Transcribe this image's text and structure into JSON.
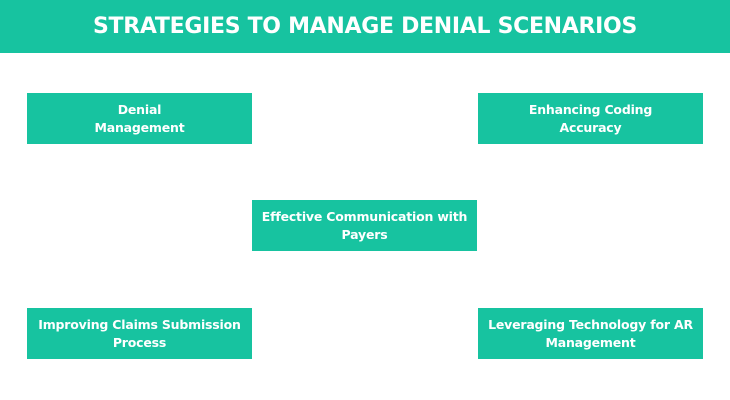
{
  "title": "STRATEGIES TO MANAGE DENIAL SCENARIOS",
  "strategies": {
    "top_left": "Denial\nManagement",
    "top_right": "Enhancing Coding\nAccuracy",
    "center": "Effective Communication with\nPayers",
    "bottom_left": "Improving Claims Submission\nProcess",
    "bottom_right": "Leveraging Technology for AR\nManagement"
  },
  "colors": {
    "accent": "#17c3a0",
    "text": "#ffffff",
    "background": "#ffffff"
  }
}
